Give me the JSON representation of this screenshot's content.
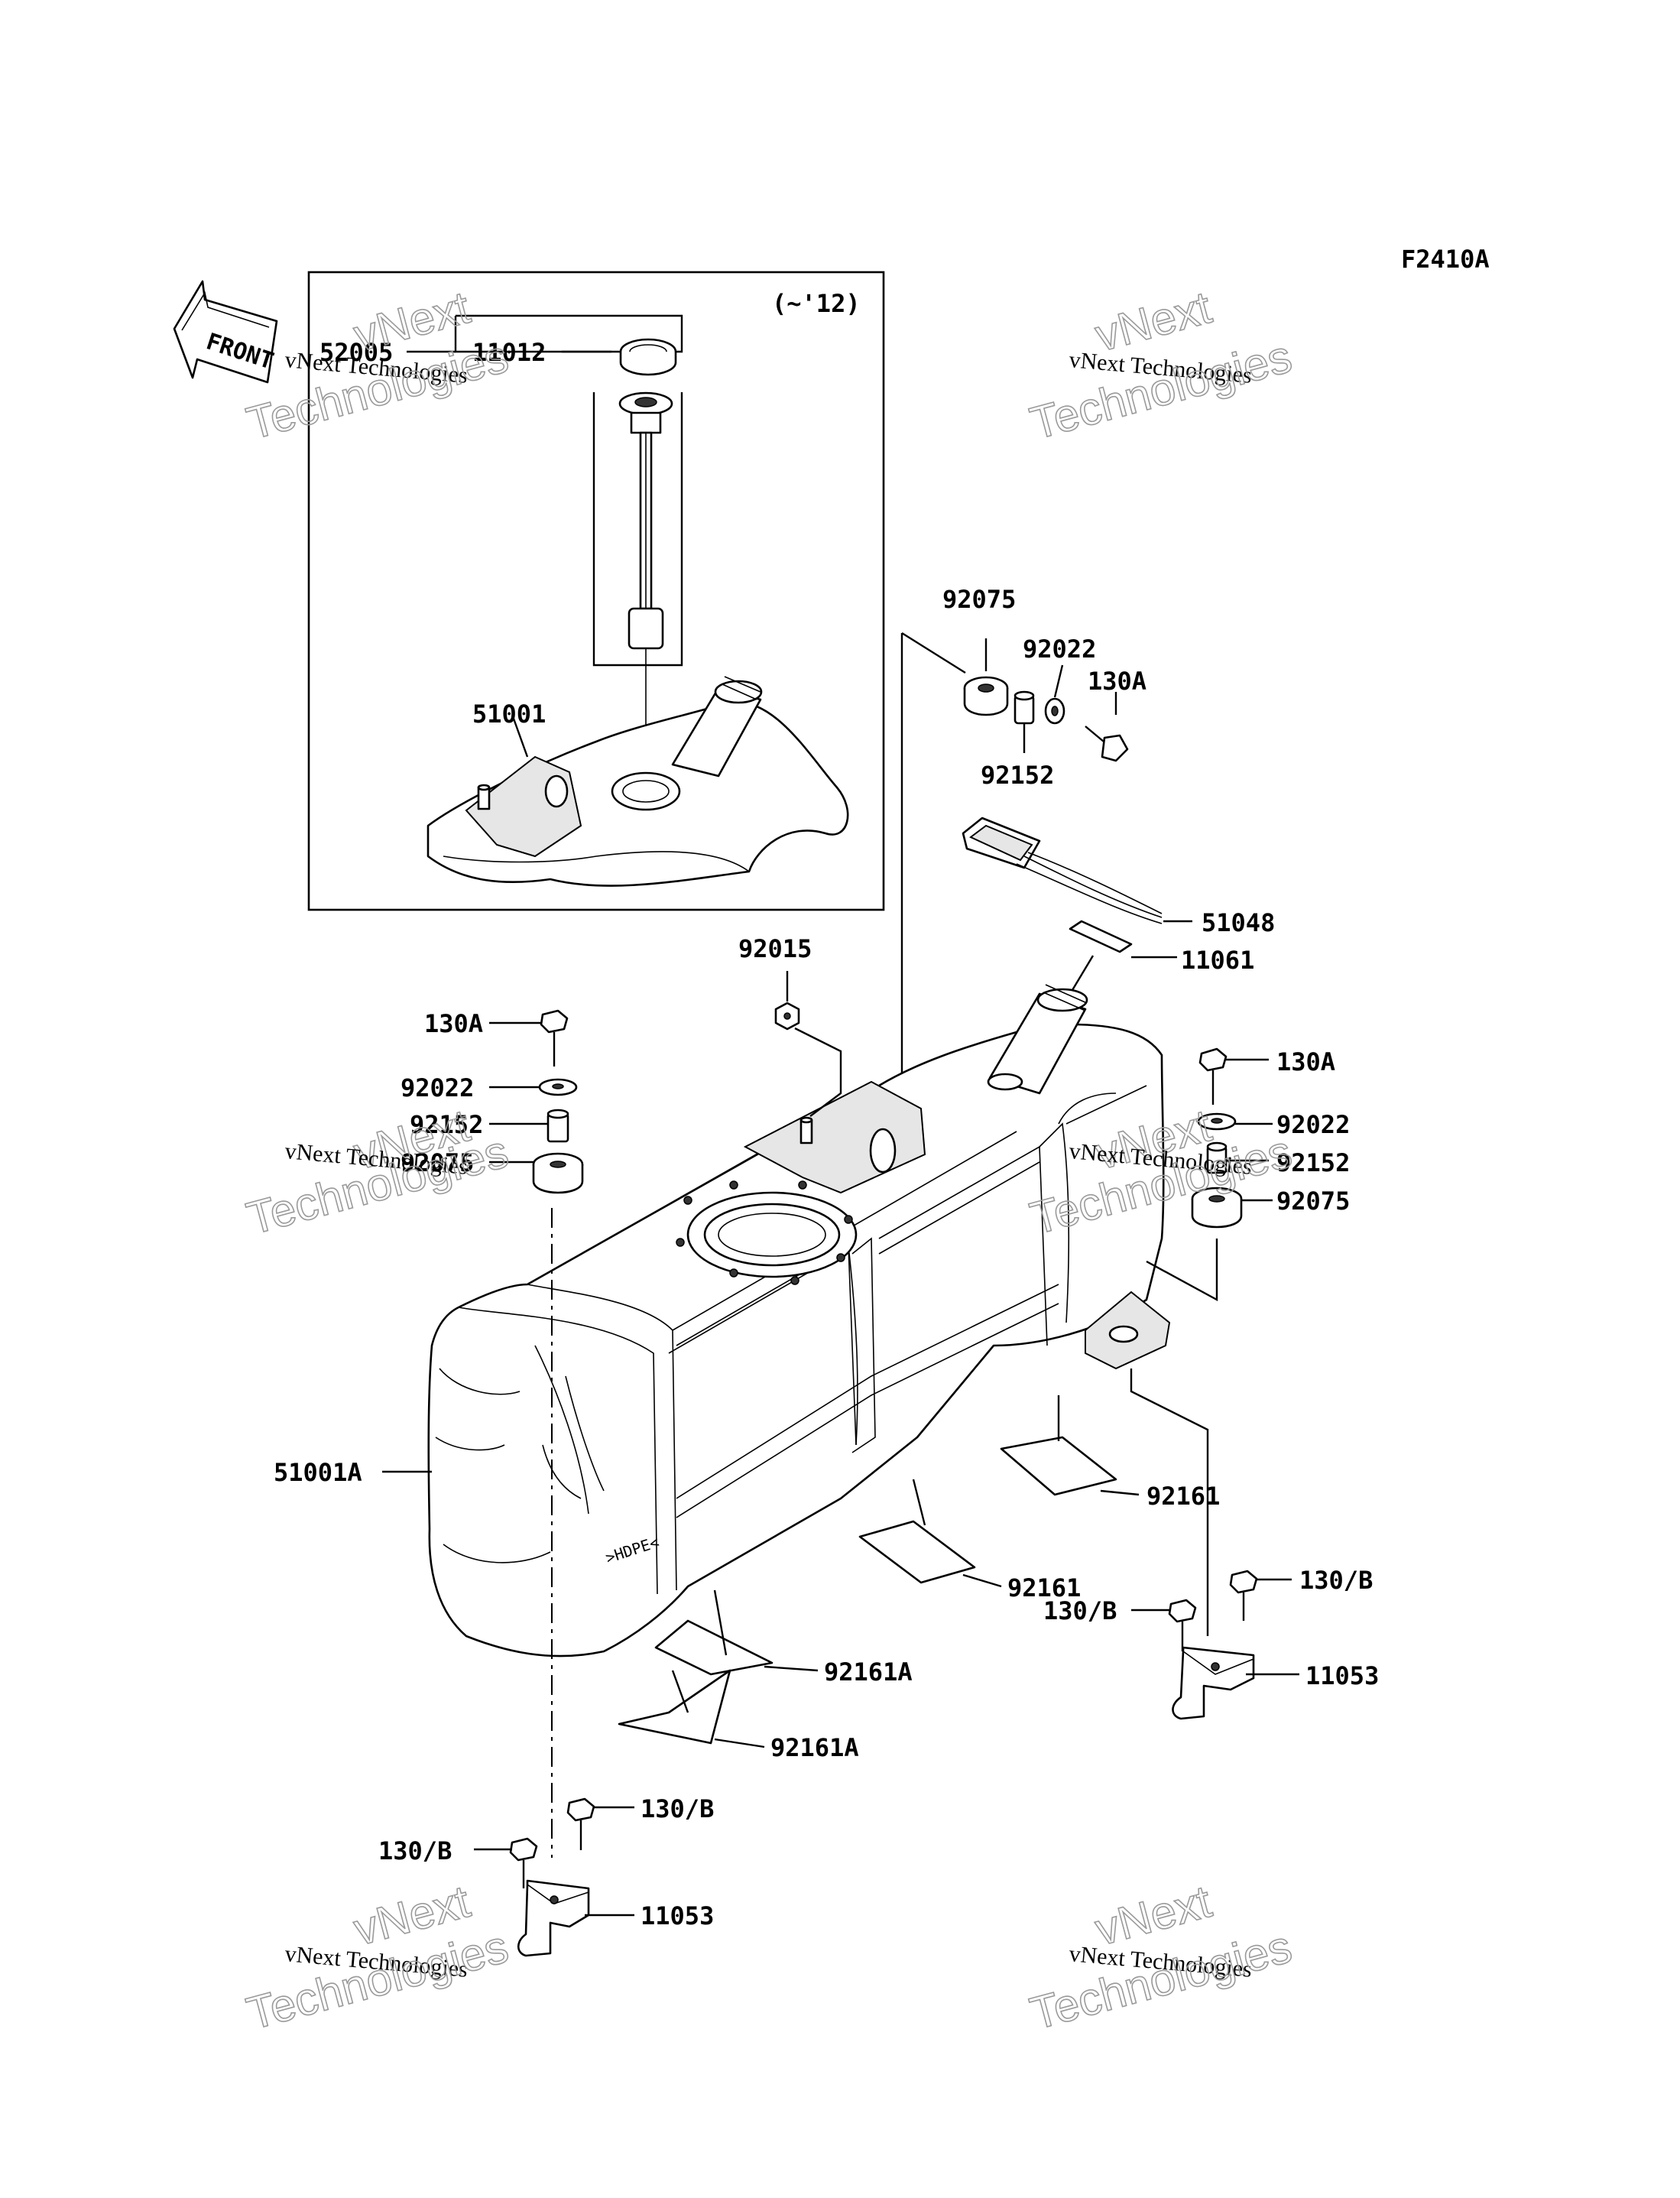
{
  "diagram": {
    "code": "F2410A",
    "front_label": "FRONT",
    "inset_note": "(~'12)"
  },
  "watermark": {
    "line1": "vNext Technologies",
    "line2": "vNext",
    "line3": "Technologies"
  },
  "parts": {
    "p52005": "52005",
    "p11012": "11012",
    "p51001": "51001",
    "p92075_top": "92075",
    "p92022_top": "92022",
    "p130A_top": "130A",
    "p92152_top": "92152",
    "p51048": "51048",
    "p11061": "11061",
    "p92015": "92015",
    "p130A_left": "130A",
    "p92022_left": "92022",
    "p92152_left": "92152",
    "p92075_left": "92075",
    "p130A_right": "130A",
    "p92022_right": "92022",
    "p92152_right": "92152",
    "p92075_right": "92075",
    "p51001A": "51001A",
    "p92161_a": "92161",
    "p92161_b": "92161",
    "p130B_r1": "130/B",
    "p130B_r2": "130/B",
    "p11053_right": "11053",
    "p92161A_a": "92161A",
    "p92161A_b": "92161A",
    "p130B_l1": "130/B",
    "p130B_l2": "130/B",
    "p11053_left": "11053"
  }
}
